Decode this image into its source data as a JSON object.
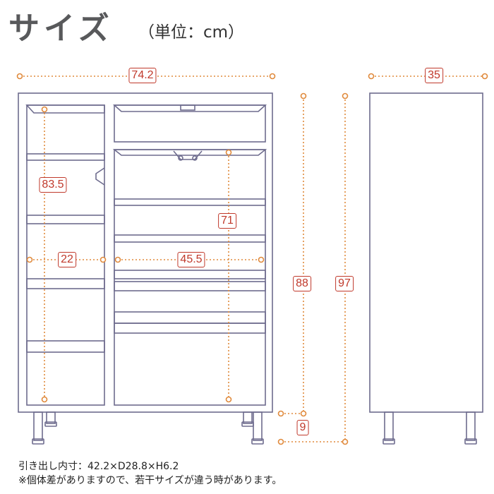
{
  "header": {
    "title": "サイズ",
    "unit": "（単位：cm）"
  },
  "dimensions": {
    "width": "74.2",
    "depth": "35",
    "inner_height_left": "83.5",
    "inner_width_left": "22",
    "inner_height_right": "71",
    "inner_width_right": "45.5",
    "body_height": "88",
    "total_height": "97",
    "leg_height": "9"
  },
  "notes": {
    "drawer": "引き出し内寸：42.2×D28.8×H6.2",
    "disclaimer": "※個体差がありますので、若干サイズが違う時があります。"
  },
  "colors": {
    "outline": "#6e6c8e",
    "dimension": "#e08a3c",
    "label": "#c0392b",
    "title": "#58595b"
  }
}
